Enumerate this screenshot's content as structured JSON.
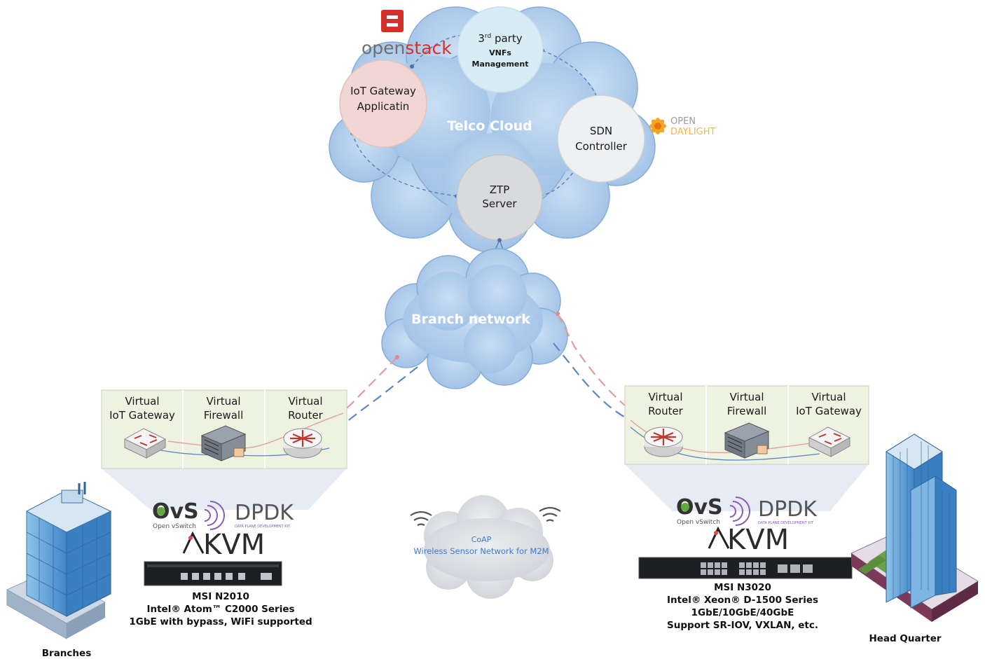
{
  "cloud": {
    "title": "Telco Cloud",
    "nodes": {
      "third_party": {
        "sup_number": "3",
        "sup_suffix": "rd",
        "party": "party",
        "line2": "VNFs",
        "line3": "Management"
      },
      "iot_app": {
        "line1": "IoT Gateway",
        "line2": "Applicatin"
      },
      "sdn": {
        "line1": "SDN",
        "line2": "Controller"
      },
      "ztp": {
        "line1": "ZTP",
        "line2": "Server"
      }
    }
  },
  "logos": {
    "openstack": {
      "part1": "open",
      "part2": "stack"
    },
    "opendaylight": {
      "line1": "OPEN",
      "line2": "DAYLIGHT"
    },
    "ovs": {
      "main": "OvS",
      "sub": "Open vSwitch"
    },
    "dpdk": {
      "main": "DPDK",
      "sub": "DATA PLANE DEVELOPMENT KIT"
    },
    "kvm": {
      "main": "KVM"
    }
  },
  "branch_network": {
    "label": "Branch network"
  },
  "coap": {
    "line1": "CoAP",
    "line2": "Wireless Sensor Network for M2M"
  },
  "left_vnf_box": {
    "items": [
      {
        "line1": "Virtual",
        "line2": "IoT Gateway"
      },
      {
        "line1": "Virtual",
        "line2": "Firewall"
      },
      {
        "line1": "Virtual",
        "line2": "Router"
      }
    ]
  },
  "right_vnf_box": {
    "items": [
      {
        "line1": "Virtual",
        "line2": "Router"
      },
      {
        "line1": "Virtual",
        "line2": "Firewall"
      },
      {
        "line1": "Virtual",
        "line2": "IoT Gateway"
      }
    ]
  },
  "left_device": {
    "lines": [
      "MSI N2010",
      "Intel® Atom™ C2000 Series",
      "1GbE with bypass, WiFi supported"
    ]
  },
  "right_device": {
    "lines": [
      "MSI N3020",
      "Intel® Xeon® D-1500 Series",
      "1GbE/10GbE/40GbE",
      "Support SR-IOV, VXLAN, etc."
    ]
  },
  "sites": {
    "left": "Branches",
    "right": "Head Quarter"
  },
  "colors": {
    "cloud_fill": "#a9c9ea",
    "cloud_stroke": "#7fa8d6",
    "gray_cloud": "#d6d9dd",
    "link_red": "#e69a9a",
    "link_blue": "#5f86c0",
    "box_fill": "#eef2e0",
    "openstack_red": "#d4312b"
  }
}
